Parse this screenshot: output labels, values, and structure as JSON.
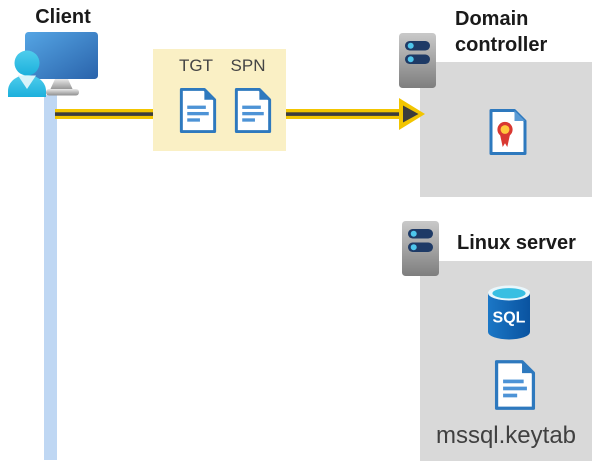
{
  "client": {
    "label": "Client"
  },
  "ticket_box": {
    "tgt_label": "TGT",
    "spn_label": "SPN"
  },
  "domain_controller": {
    "label": "Domain controller"
  },
  "linux_server": {
    "label": "Linux server",
    "sql_icon_text": "SQL",
    "keytab_label": "mssql.keytab"
  },
  "colors": {
    "arrow_yellow": "#f2c500",
    "arrow_core_dark": "#3c3c3c",
    "ticket_box_fill": "#faf0c5",
    "server_box_fill": "#d9d9d9",
    "timeline_blue": "#bfd7f3",
    "document_blue": "#2e79be",
    "document_line_blue": "#4d93d6",
    "person_cyan": "#35c3e6",
    "server_bar_navy": "#1e3a66",
    "server_dot_cyan": "#4ec6ec",
    "certificate_red": "#d93831",
    "certificate_gold": "#ffc83d",
    "sql_cyan": "#38bfe2",
    "heading_text": "#1a1a1a",
    "keytab_text": "#404040"
  }
}
